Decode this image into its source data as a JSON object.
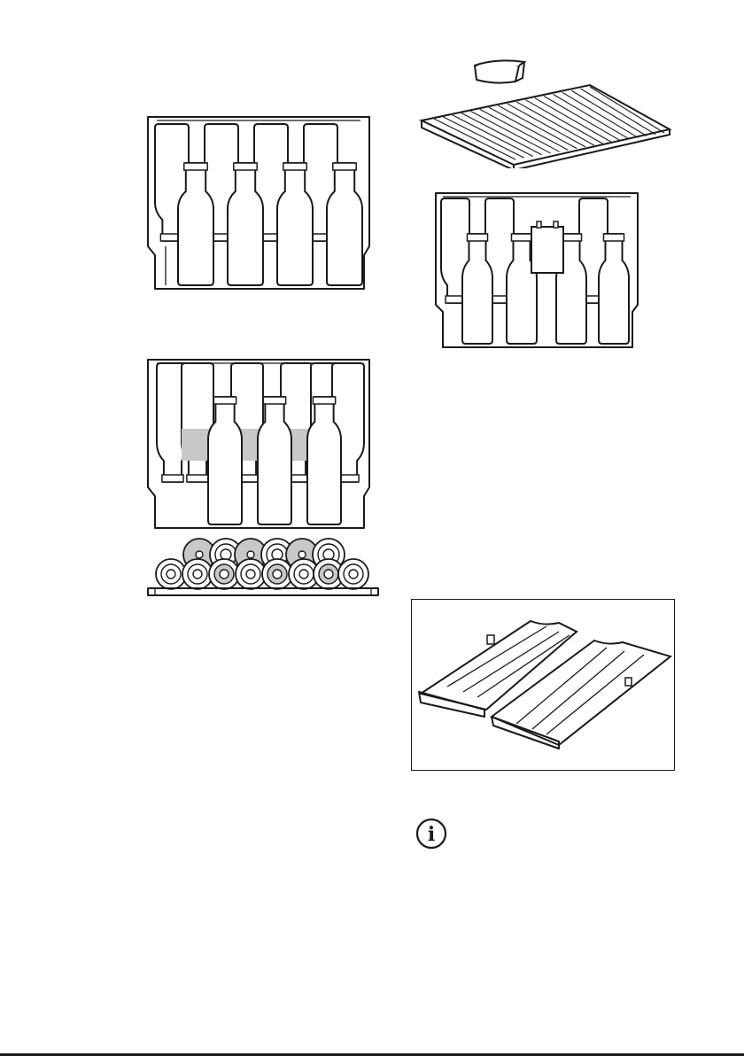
{
  "page": {
    "figures": [
      {
        "id": "fig-shelf-bottles-top",
        "icon": "wine-shelf-bottles-front-view"
      },
      {
        "id": "fig-rack-with-box",
        "icon": "shelf-rack-with-storage-box"
      },
      {
        "id": "fig-shelf-bottles-box",
        "icon": "wine-shelf-bottles-with-box"
      },
      {
        "id": "fig-shelf-stacked",
        "icon": "wine-shelf-stacked-bottles"
      },
      {
        "id": "fig-bottle-ends",
        "icon": "stacked-bottle-bases"
      },
      {
        "id": "fig-shelf-halves",
        "icon": "split-bottle-shelf-halves"
      }
    ],
    "info_icon": {
      "name": "info-icon",
      "glyph": "i"
    },
    "colors": {
      "line": "#1a1a1a",
      "highlight": "#c8c8c8",
      "background": "#ffffff"
    }
  }
}
